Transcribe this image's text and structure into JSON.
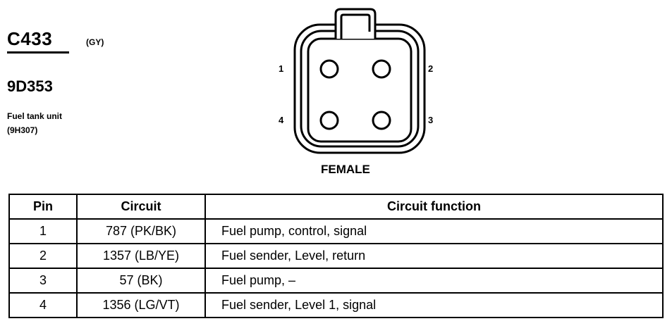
{
  "connector": {
    "id": "C433",
    "color_code": "(GY)",
    "part_number": "9D353",
    "description_line1": "Fuel tank unit",
    "description_line2": "(9H307)",
    "gender": "FEMALE",
    "pin_labels": [
      "1",
      "2",
      "3",
      "4"
    ]
  },
  "table": {
    "headers": [
      "Pin",
      "Circuit",
      "Circuit function"
    ],
    "rows": [
      {
        "pin": "1",
        "circuit": "787 (PK/BK)",
        "function": "Fuel pump, control, signal"
      },
      {
        "pin": "2",
        "circuit": "1357 (LB/YE)",
        "function": "Fuel sender, Level, return"
      },
      {
        "pin": "3",
        "circuit": "57 (BK)",
        "function": "Fuel pump, –"
      },
      {
        "pin": "4",
        "circuit": "1356 (LG/VT)",
        "function": "Fuel sender, Level 1, signal"
      }
    ]
  }
}
